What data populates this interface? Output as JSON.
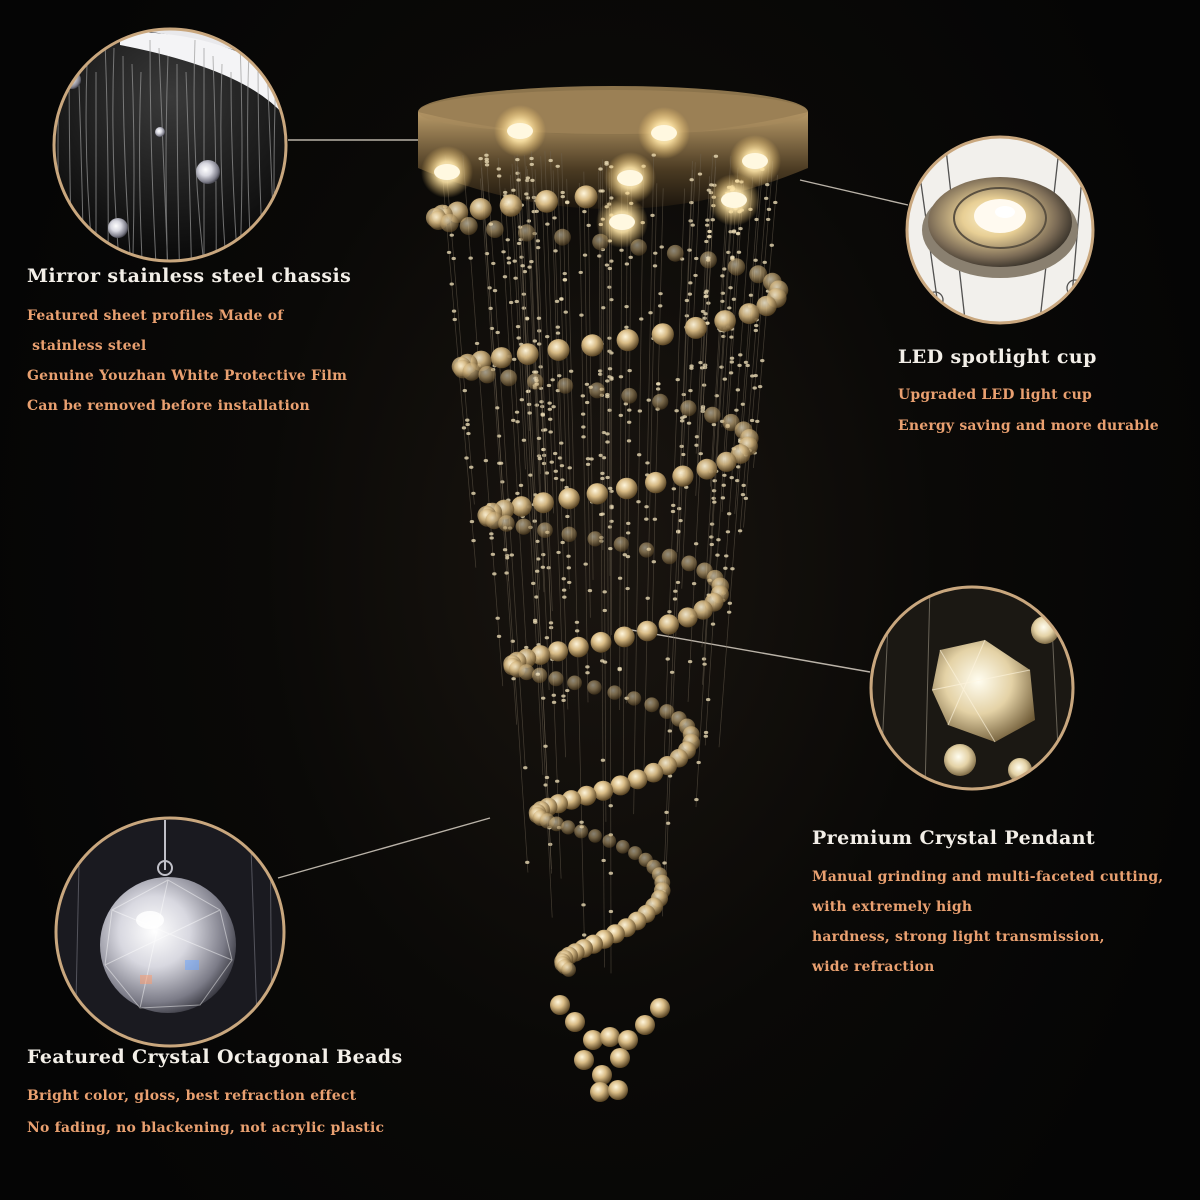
{
  "colors": {
    "background": "#050505",
    "heading_text": "#f3efe8",
    "description_text": "#e9a070",
    "crystal_gold": "#e0c48a",
    "frame_ring": "#c9a77e"
  },
  "features": [
    {
      "id": "chassis",
      "title": "Mirror stainless steel chassis",
      "lines": [
        "Featured sheet profiles Made of",
        " stainless steel",
        "Genuine Youzhan White Protective Film",
        "Can be removed before installation"
      ]
    },
    {
      "id": "spotlight",
      "title": "LED spotlight cup",
      "lines": [
        "Upgraded LED light cup",
        "Energy saving and more durable"
      ]
    },
    {
      "id": "pendant",
      "title": "Premium Crystal Pendant",
      "lines": [
        "Manual grinding and multi-faceted cutting,",
        "with extremely high",
        "hardness, strong light transmission,",
        "wide refraction"
      ]
    },
    {
      "id": "beads",
      "title": "Featured Crystal Octagonal Beads",
      "lines": [
        "Bright color, gloss, best refraction effect",
        "No fading, no blackening, not acrylic plastic"
      ]
    }
  ],
  "icons": {
    "chassis_detail": "mirror-chassis-closeup",
    "spotlight_detail": "led-spotlight-cup-closeup",
    "pendant_detail": "crystal-pendant-closeup",
    "beads_detail": "crystal-ball-closeup"
  }
}
